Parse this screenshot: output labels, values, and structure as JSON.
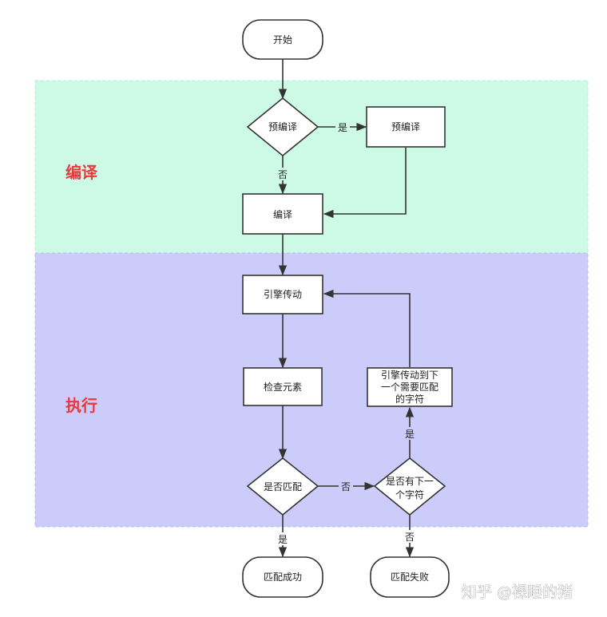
{
  "sections": {
    "compile": "编译",
    "execute": "执行"
  },
  "nodes": {
    "start": "开始",
    "precompile_decision": "预编译",
    "precompile_process": "预编译",
    "compile": "编译",
    "engine_start": "引擎传动",
    "check_element": "检查元素",
    "match_decision": "是否匹配",
    "next_char_decision": [
      "是否有下一",
      "个字符"
    ],
    "engine_next": [
      "引擎传动到下",
      "一个需要匹配",
      "的字符"
    ],
    "match_success": "匹配成功",
    "match_fail": "匹配失败"
  },
  "edge_labels": {
    "precompile_yes": "是",
    "precompile_no": "否",
    "match_no": "否",
    "match_yes": "是",
    "next_yes": "是",
    "next_no": "否"
  },
  "watermark": "知乎 @裸睡的猪",
  "colors": {
    "compile_bg": "#ccfae6",
    "execute_bg": "#ccccfb",
    "stroke": "#333333",
    "section_label": "#e83a3a"
  }
}
